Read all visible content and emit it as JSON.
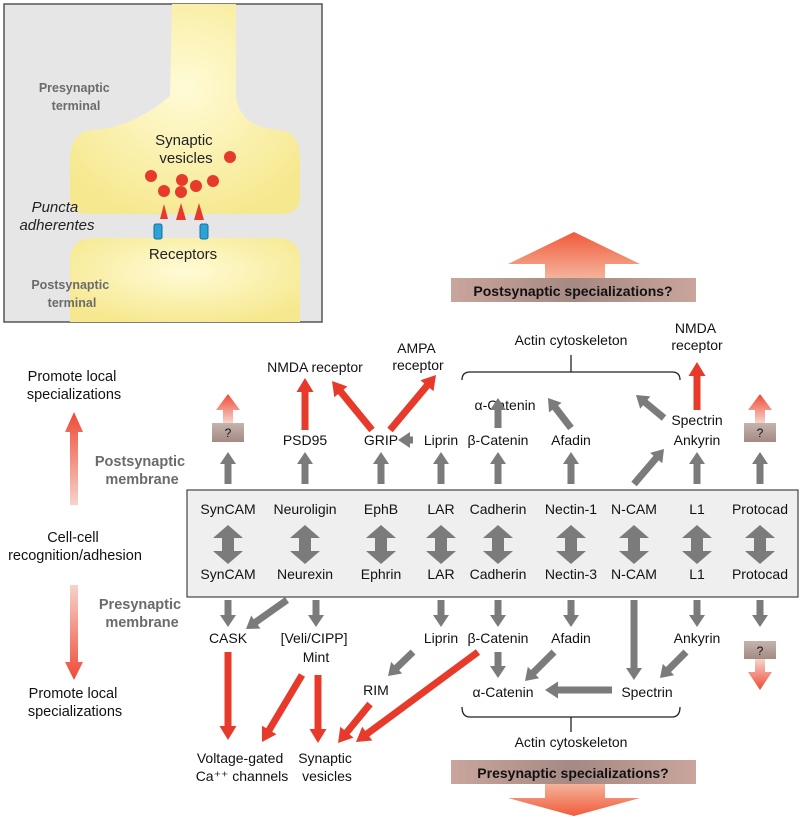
{
  "inset": {
    "presynaptic_terminal": [
      "Presynaptic",
      "terminal"
    ],
    "synaptic_vesicles": [
      "Synaptic",
      "vesicles"
    ],
    "puncta_adherentes": [
      "Puncta",
      "adherentes"
    ],
    "receptors": "Receptors",
    "postsynaptic_terminal": [
      "Postsynaptic",
      "terminal"
    ]
  },
  "banners": {
    "postsynaptic": "Postsynaptic specializations?",
    "presynaptic": "Presynaptic specializations?"
  },
  "left_labels": {
    "promote_top": [
      "Promote local",
      "specializations"
    ],
    "postsynaptic_membrane": [
      "Postsynaptic",
      "membrane"
    ],
    "cell_adhesion": [
      "Cell-cell",
      "recognition/adhesion"
    ],
    "presynaptic_membrane": [
      "Presynaptic",
      "membrane"
    ],
    "promote_bottom": [
      "Promote local",
      "specializations"
    ]
  },
  "post_pairs": [
    "SynCAM",
    "Neuroligin",
    "EphB",
    "LAR",
    "Cadherin",
    "Nectin-1",
    "N-CAM",
    "L1",
    "Protocad"
  ],
  "pre_pairs": [
    "SynCAM",
    "Neurexin",
    "Ephrin",
    "LAR",
    "Cadherin",
    "Nectin-3",
    "N-CAM",
    "L1",
    "Protocad"
  ],
  "post_partners": {
    "q_left": "?",
    "psd95": "PSD95",
    "grip": "GRIP",
    "liprin": "Liprin",
    "b_catenin": "β-Catenin",
    "afadin": "Afadin",
    "spectrin": "Spectrin",
    "ankyrin": "Ankyrin",
    "q_right": "?",
    "a_catenin": "α-Catenin",
    "actin": "Actin cytoskeleton",
    "nmda_receptor": "NMDA receptor",
    "ampa_receptor": [
      "AMPA",
      "receptor"
    ],
    "nmda_receptor_right": [
      "NMDA",
      "receptor"
    ]
  },
  "pre_partners": {
    "cask": "CASK",
    "veli": [
      "[Veli/CIPP]",
      "Mint"
    ],
    "liprin": "Liprin",
    "b_catenin": "β-Catenin",
    "afadin": "Afadin",
    "ankyrin": "Ankyrin",
    "q_right": "?",
    "rim": "RIM",
    "a_catenin": "α-Catenin",
    "spectrin": "Spectrin",
    "actin": "Actin cytoskeleton",
    "vgcc": [
      "Voltage-gated",
      "Ca⁺⁺ channels"
    ],
    "synaptic_vesicles": [
      "Synaptic",
      "vesicles"
    ]
  },
  "colors": {
    "red": "#e83a2a",
    "gray_arrow": "#7b7b7b",
    "band": "#efefef",
    "inset_bg": "#e6e6e6",
    "yellow": "#fdf6b4",
    "blue": "#2aa3d6",
    "banner_dark": "#a58983"
  }
}
